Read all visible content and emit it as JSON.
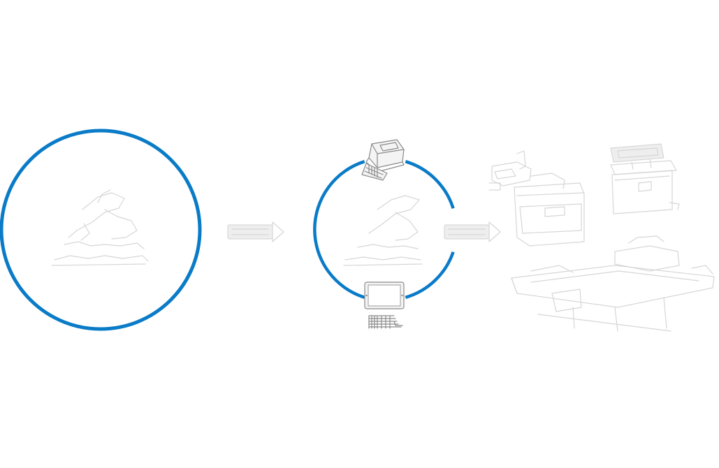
{
  "diagram": {
    "accent_color": "#0a7bc7",
    "stages": [
      {
        "id": "stage-1",
        "content": "empty-ring-with-faint-logo-sketch"
      },
      {
        "id": "stage-2",
        "content": "ring-with-label-printer-and-tablet"
      },
      {
        "id": "stage-3",
        "content": "faint-printing-machinery-sketch"
      }
    ],
    "connectors": [
      {
        "from": "stage-1",
        "to": "stage-2",
        "icon": "faint-arrow-sketch"
      },
      {
        "from": "stage-2",
        "to": "stage-3",
        "icon": "faint-arrow-sketch"
      }
    ],
    "icons": [
      "label-printer-icon",
      "tablet-icon",
      "barcode-labels-icon",
      "screen-printing-machine-icon",
      "press-machine-icon",
      "conveyor-machine-icon"
    ]
  }
}
